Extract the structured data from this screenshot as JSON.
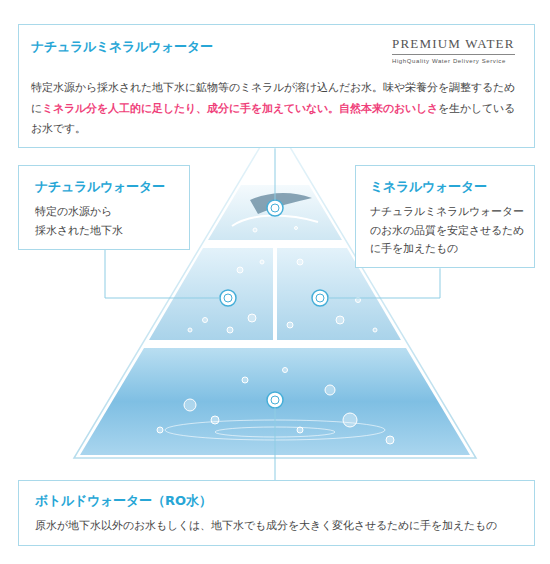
{
  "diagram": {
    "nodes": [
      {
        "text": [
          "ナチュラルミネラルウォーター",
          "特定水源から採水された地下水に鉱物等のミネラルが溶け込んだお水。味や栄養分を調整するために",
          "ミネラル分を人工的に足したり、成分に手を加えていない。自然本来のおいしさ",
          "を生かしているお水です。"
        ]
      },
      {
        "text": [
          "ナチュラルウォーター",
          "特定の水源から 採水された地下水"
        ]
      },
      {
        "text": [
          "ミネラルウォーター",
          "ナチュラルミネラルウォーター のお水の品質を安定させるため に手を加えたもの"
        ]
      },
      {
        "text": [
          "ボトルドウォーター（RO水）",
          "原水が地下水以外のお水もしくは、地下水でも成分を大きく変化させるために手を加えたもの"
        ]
      }
    ],
    "labels": [
      "PREMIUM WATER",
      "HighQuality Water Delivery Service"
    ]
  }
}
